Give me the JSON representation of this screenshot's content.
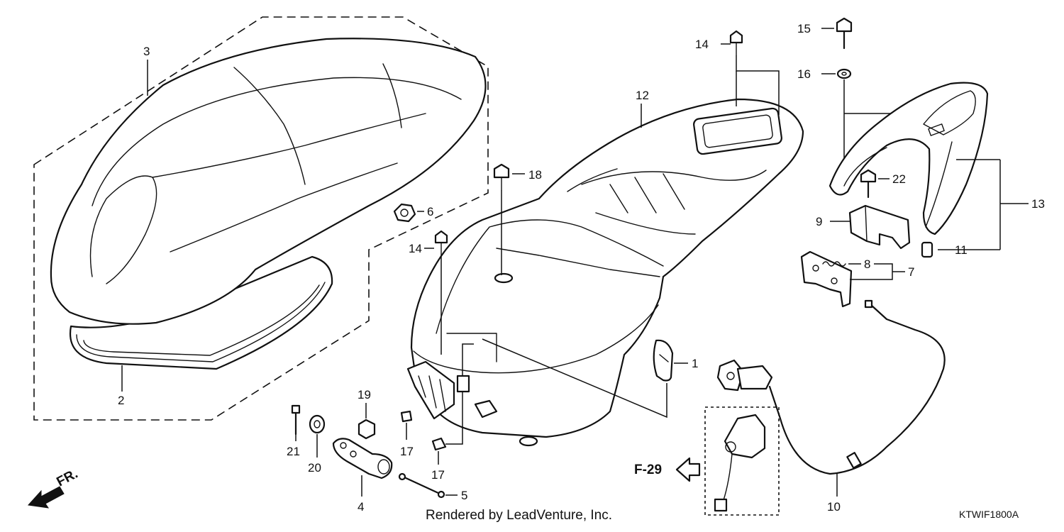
{
  "callouts": {
    "c1": "1",
    "c2": "2",
    "c3": "3",
    "c4": "4",
    "c5": "5",
    "c6": "6",
    "c7": "7",
    "c8": "8",
    "c9": "9",
    "c10": "10",
    "c11": "11",
    "c12": "12",
    "c13": "13",
    "c14a": "14",
    "c14b": "14",
    "c15": "15",
    "c16": "16",
    "c17a": "17",
    "c17b": "17",
    "c18": "18",
    "c19": "19",
    "c20": "20",
    "c21": "21",
    "c22": "22"
  },
  "reference": "F-29",
  "front_label": "FR.",
  "credit": "Rendered by LeadVenture, Inc.",
  "diagram_code": "KTWIF1800A"
}
